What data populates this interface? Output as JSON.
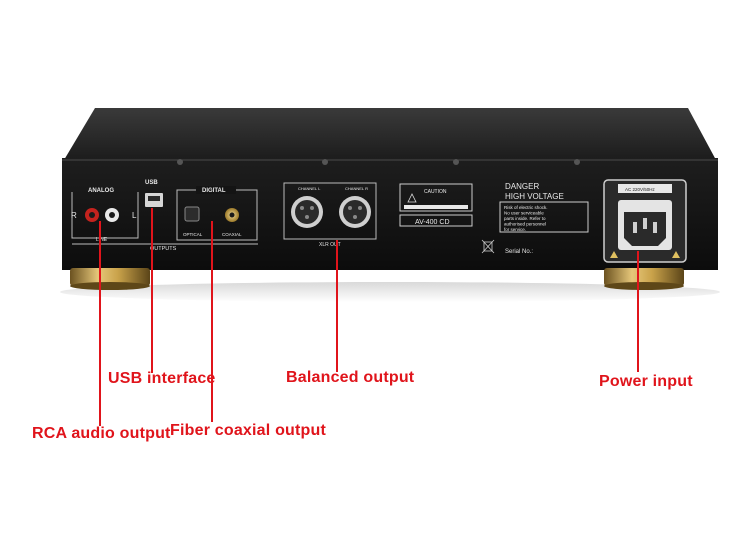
{
  "panel": {
    "analog_title": "ANALOG",
    "right_mark": "R",
    "left_mark": "L",
    "line_label": "LINE",
    "usb_label": "USB",
    "digital_title": "DIGITAL",
    "optical_label": "OPTICAL",
    "coaxial_label": "COAXIAL",
    "outputs_label": "OUTPUTS",
    "channel_l": "CHANNEL L",
    "channel_r": "CHANNEL R",
    "xlr_out": "XLR OUT",
    "caution": "CAUTION",
    "model": "AV-400 CD",
    "danger_line1": "DANGER",
    "danger_line2": "HIGH VOLTAGE",
    "warning_lines": [
      "Risk of electric shock.",
      "No user serviceable",
      "parts inside. Refer to",
      "authorised personnel",
      "for service."
    ],
    "serial_label": "Serial No.:",
    "power_rating": "AC 220V/50Hz"
  },
  "callouts": {
    "usb": "USB interface",
    "balanced": "Balanced output",
    "power": "Power input",
    "rca": "RCA audio output",
    "fiber": "Fiber coaxial output"
  },
  "colors": {
    "callout": "#e0141b",
    "chassis": "#141414",
    "feet": "#c9a24a"
  }
}
